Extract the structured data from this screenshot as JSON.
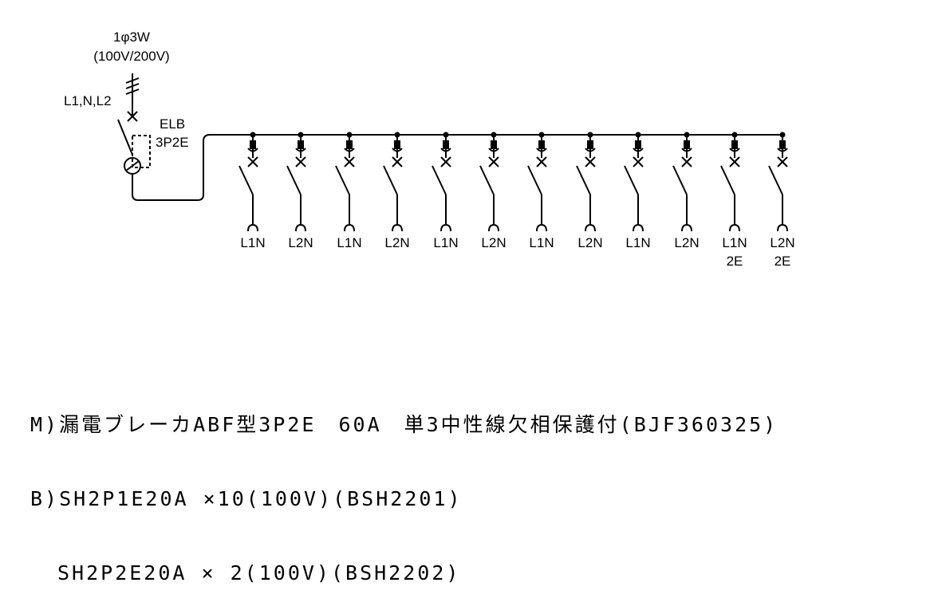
{
  "supply": {
    "phase": "1φ3W",
    "voltage": "(100V/200V)",
    "lines": "L1,N,L2"
  },
  "main_breaker": {
    "name": "ELB",
    "poles": "3P2E"
  },
  "circuits": [
    {
      "line1": "L1N",
      "line2": ""
    },
    {
      "line1": "L2N",
      "line2": ""
    },
    {
      "line1": "L1N",
      "line2": ""
    },
    {
      "line1": "L2N",
      "line2": ""
    },
    {
      "line1": "L1N",
      "line2": ""
    },
    {
      "line1": "L2N",
      "line2": ""
    },
    {
      "line1": "L1N",
      "line2": ""
    },
    {
      "line1": "L2N",
      "line2": ""
    },
    {
      "line1": "L1N",
      "line2": ""
    },
    {
      "line1": "L2N",
      "line2": ""
    },
    {
      "line1": "L1N",
      "line2": "2E"
    },
    {
      "line1": "L2N",
      "line2": "2E"
    }
  ],
  "notes": {
    "main": "M)漏電ブレーカABF型3P2E　60A　単3中性線欠相保護付(BJF360325)",
    "branch1": "B)SH2P1E20A ×10(100V)(BSH2201)",
    "branch2": "SH2P2E20A × 2(100V)(BSH2202)"
  }
}
